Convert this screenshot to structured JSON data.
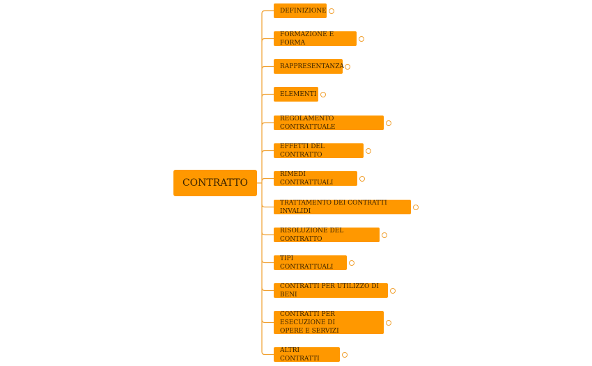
{
  "root": {
    "label": "CONTRATTO"
  },
  "topics": [
    {
      "label": "DEFINIZIONE"
    },
    {
      "label": "FORMAZIONE E FORMA"
    },
    {
      "label": "RAPPRESENTANZA"
    },
    {
      "label": "ELEMENTI"
    },
    {
      "label": "REGOLAMENTO CONTRATTUALE"
    },
    {
      "label": "EFFETTI DEL CONTRATTO"
    },
    {
      "label": "RIMEDI CONTRATTUALI"
    },
    {
      "label": "TRATTAMENTO DEI CONTRATTI INVALIDI"
    },
    {
      "label": "RISOLUZIONE DEL CONTRATTO"
    },
    {
      "label": "TIPI CONTRATTUALI"
    },
    {
      "label": "CONTRATTI PER UTILIZZO DI BENI"
    },
    {
      "label": "CONTRATTI PER ESECUZIONE DI\nOPERE E SERVIZI"
    },
    {
      "label": "ALTRI CONTRATTI"
    }
  ],
  "colors": {
    "node": "#ff9800",
    "connector": "#f0a030",
    "text": "#3a2200"
  }
}
